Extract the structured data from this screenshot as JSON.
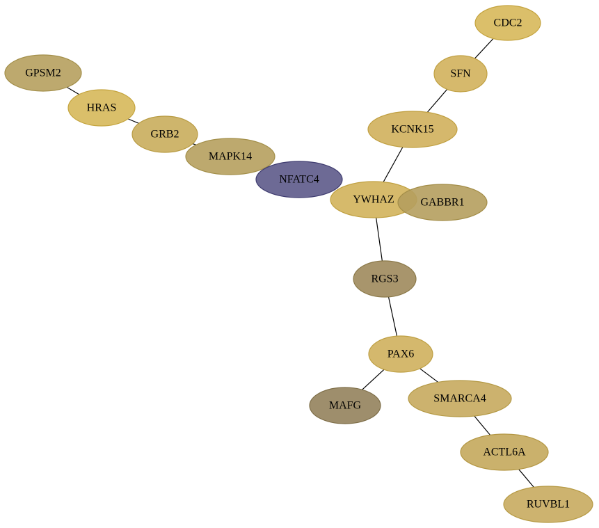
{
  "network": {
    "nodes": [
      {
        "id": "cdc2",
        "label": "CDC2",
        "fill": "#d7b85a",
        "stroke": "#c4a33e"
      },
      {
        "id": "sfn",
        "label": "SFN",
        "fill": "#d1b15c",
        "stroke": "#c0a042"
      },
      {
        "id": "kcnk15",
        "label": "KCNK15",
        "fill": "#d0b05c",
        "stroke": "#c09f40"
      },
      {
        "id": "gpsm2",
        "label": "GPSM2",
        "fill": "#b6a05e",
        "stroke": "#a38f4a"
      },
      {
        "id": "hras",
        "label": "HRAS",
        "fill": "#d6b85a",
        "stroke": "#c4a43e"
      },
      {
        "id": "grb2",
        "label": "GRB2",
        "fill": "#c9ad5c",
        "stroke": "#b89b42"
      },
      {
        "id": "mapk14",
        "label": "MAPK14",
        "fill": "#b6a05e",
        "stroke": "#a38f4a"
      },
      {
        "id": "nfatc4",
        "label": "NFATC4",
        "fill": "#5d5a8a",
        "stroke": "#3f3c70"
      },
      {
        "id": "ywhaz",
        "label": "YWHAZ",
        "fill": "#d2b35b",
        "stroke": "#c0a040"
      },
      {
        "id": "gabbr1",
        "label": "GABBR1",
        "fill": "#b59e5e",
        "stroke": "#a38d48"
      },
      {
        "id": "rgs3",
        "label": "RGS3",
        "fill": "#9e8a5c",
        "stroke": "#8a7848"
      },
      {
        "id": "pax6",
        "label": "PAX6",
        "fill": "#cfb05d",
        "stroke": "#be9f42"
      },
      {
        "id": "mafg",
        "label": "MAFG",
        "fill": "#94825c",
        "stroke": "#7e6e48"
      },
      {
        "id": "smarca4",
        "label": "SMARCA4",
        "fill": "#c6aa5e",
        "stroke": "#b49944"
      },
      {
        "id": "actl6a",
        "label": "ACTL6A",
        "fill": "#c4a85c",
        "stroke": "#b39642"
      },
      {
        "id": "ruvbl1",
        "label": "RUVBL1",
        "fill": "#c8ab5f",
        "stroke": "#b69a44"
      }
    ],
    "edges": [
      [
        "cdc2",
        "sfn"
      ],
      [
        "sfn",
        "kcnk15"
      ],
      [
        "kcnk15",
        "ywhaz"
      ],
      [
        "gpsm2",
        "hras"
      ],
      [
        "hras",
        "grb2"
      ],
      [
        "grb2",
        "mapk14"
      ],
      [
        "ywhaz",
        "rgs3"
      ],
      [
        "rgs3",
        "pax6"
      ],
      [
        "pax6",
        "mafg"
      ],
      [
        "pax6",
        "smarca4"
      ],
      [
        "smarca4",
        "actl6a"
      ],
      [
        "actl6a",
        "ruvbl1"
      ]
    ]
  }
}
